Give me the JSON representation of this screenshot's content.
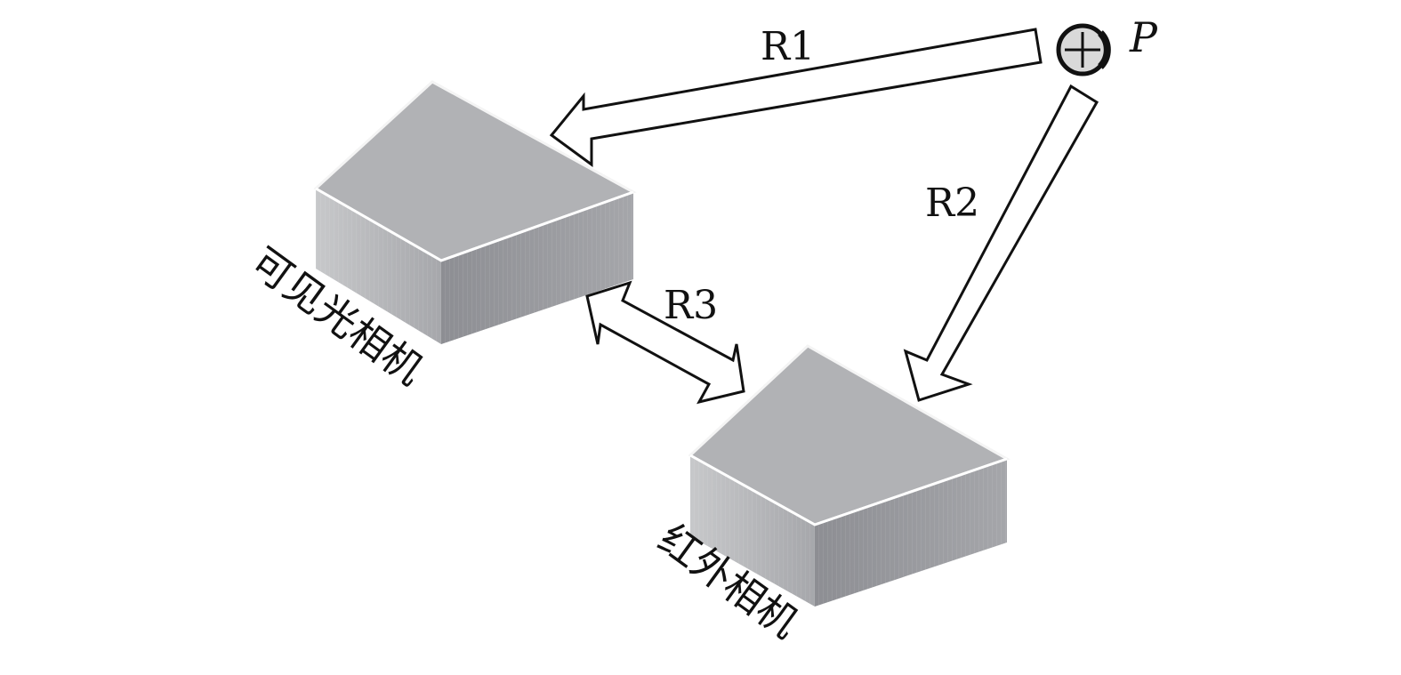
{
  "diagram": {
    "point_label": "P",
    "arrows": {
      "r1": "R1",
      "r2": "R2",
      "r3": "R3"
    },
    "cameras": {
      "visible": "可见光相机",
      "infrared": "红外相机"
    },
    "colors": {
      "top_face": "#b1b2b5",
      "side_face_dark": "#8f9095",
      "side_face_light": "#c3c4c7",
      "arrow_stroke": "#111111",
      "arrow_fill": "#ffffff",
      "text": "#111111"
    }
  }
}
